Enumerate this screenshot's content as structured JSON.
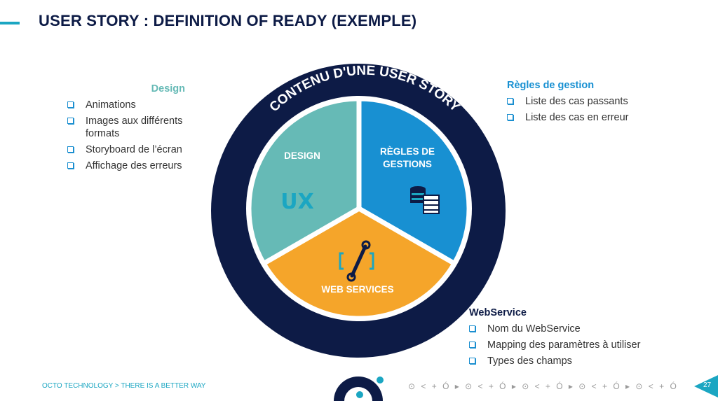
{
  "title": "USER STORY : DEFINITION OF READY (EXEMPLE)",
  "diagram": {
    "ring_label": "CONTENU D'UNE USER STORY",
    "segments": {
      "design": {
        "label": "DESIGN",
        "icon_text": "UX",
        "color": "#66bab6"
      },
      "regles": {
        "label_line1": "RÈGLES DE",
        "label_line2": "GESTIONS",
        "color": "#1890d2"
      },
      "webservices": {
        "label": "WEB SERVICES",
        "color": "#f5a52a"
      }
    },
    "ring_color": "#0d1b46"
  },
  "design_block": {
    "heading": "Design",
    "items": [
      "Animations",
      "Images aux différents",
      "formats",
      "Storyboard de l’écran",
      "Affichage des erreurs"
    ]
  },
  "regles_block": {
    "heading": "Règles de gestion",
    "items": [
      "Liste des cas passants",
      "Liste des cas en erreur"
    ]
  },
  "ws_block": {
    "heading": "WebService",
    "items": [
      "Nom du WebService",
      "Mapping des paramètres à utiliser",
      "Types des champs"
    ]
  },
  "footer": {
    "text": "OCTO TECHNOLOGY > THERE IS A BETTER WAY",
    "pattern": "⊙ < + Ó ▸ ⊙ < + Ó ▸ ⊙ < + Ó ▸ ⊙ < + Ó ▸ ⊙ < + Ó",
    "page_number": "27"
  }
}
